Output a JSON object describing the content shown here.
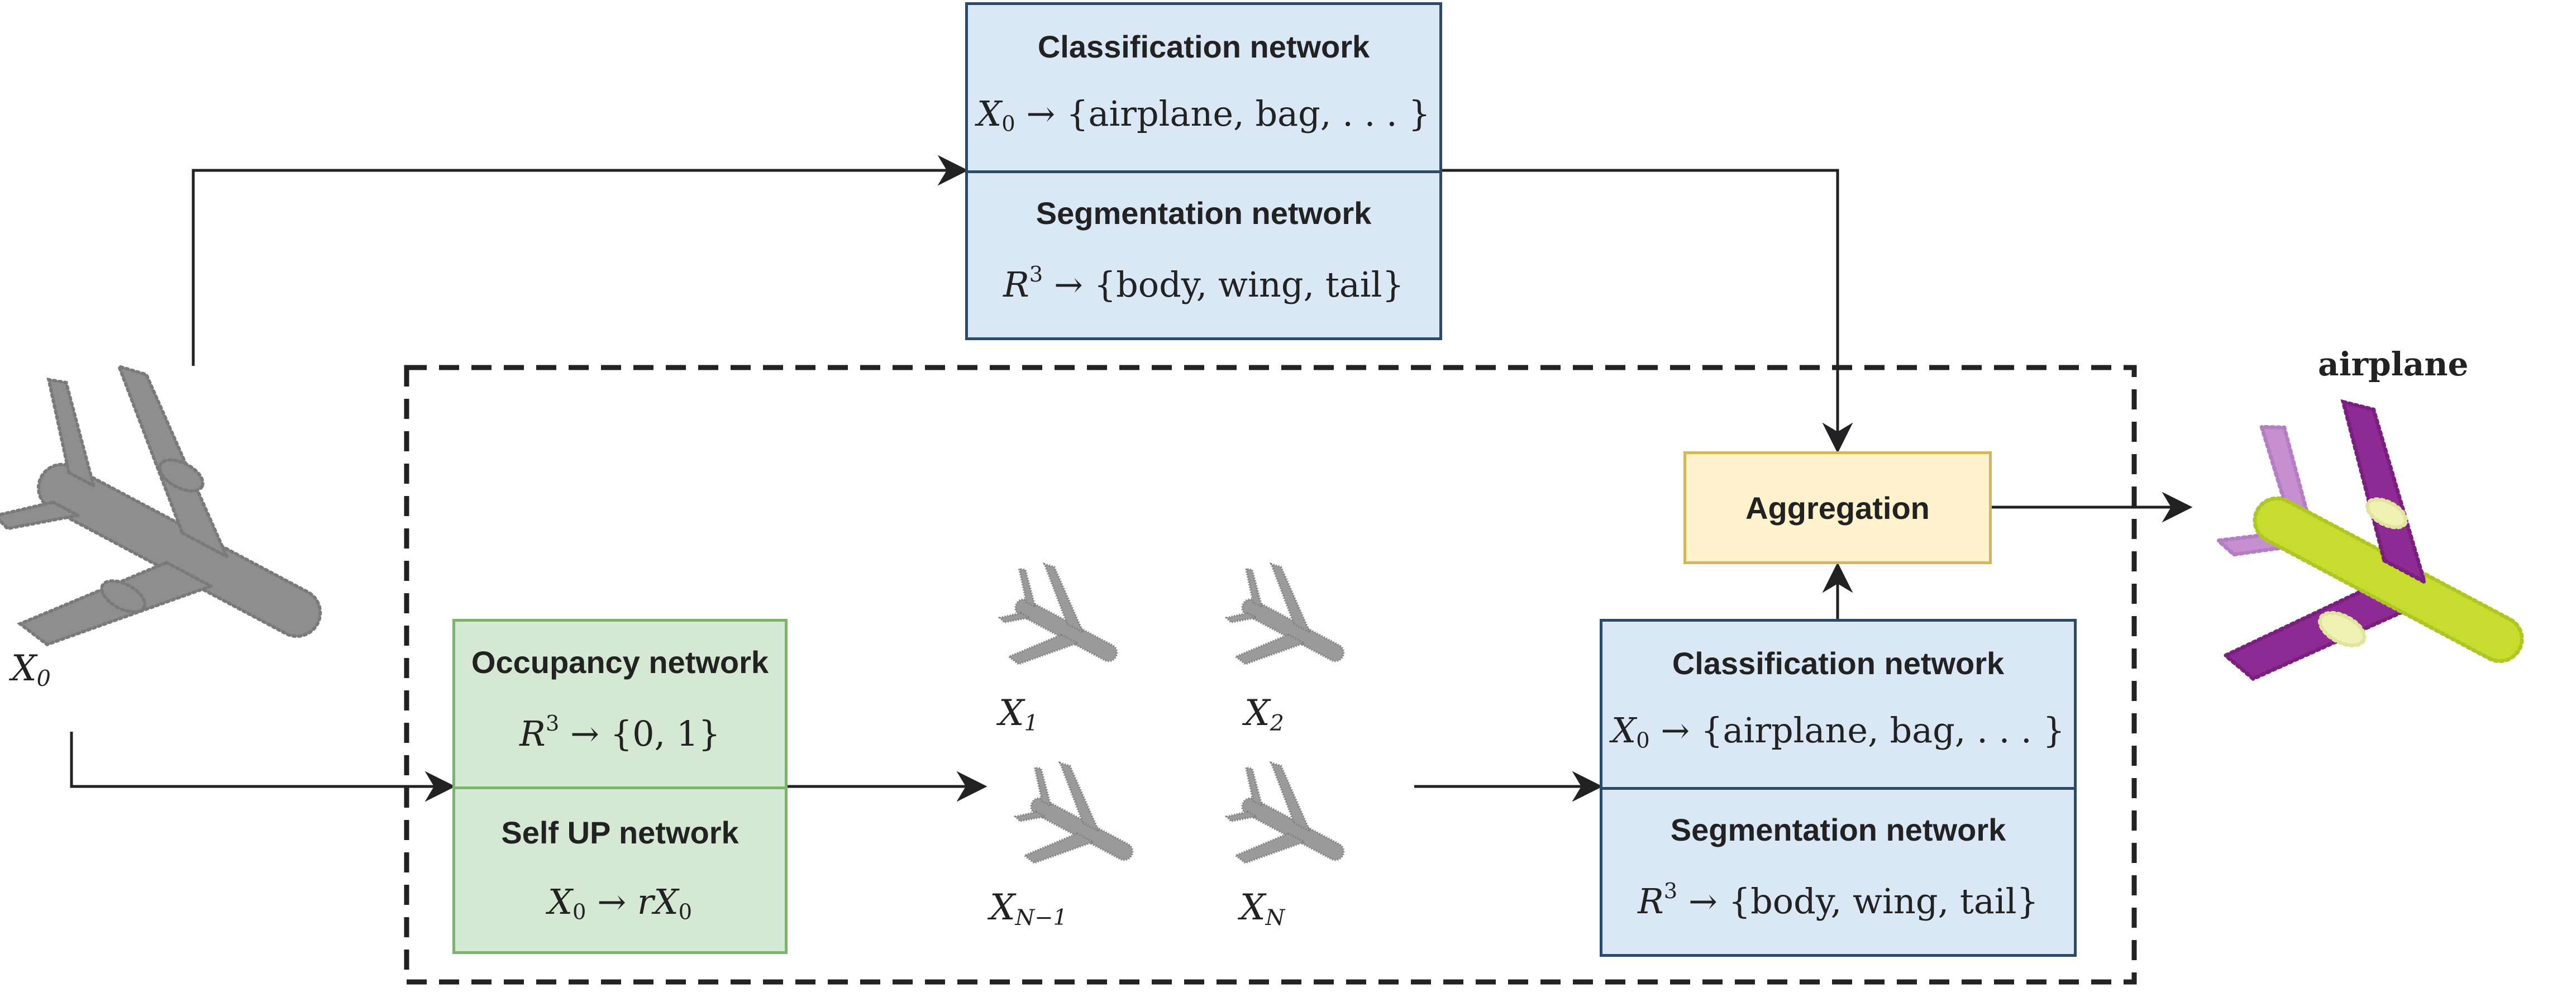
{
  "input": {
    "label_base": "X",
    "label_sub": "0"
  },
  "top_block": {
    "classification_title": "Classification network",
    "classification_formula": {
      "var": "X",
      "sub": "0",
      "arrow": "→",
      "set": "{airplane, bag, . . . }"
    },
    "segmentation_title": "Segmentation network",
    "segmentation_formula": {
      "var": "R",
      "sup": "3",
      "arrow": "→",
      "set": "{body, wing, tail}"
    }
  },
  "green_block": {
    "occupancy_title": "Occupancy network",
    "occupancy_formula": {
      "var": "R",
      "sup": "3",
      "arrow": "→",
      "set": "{0, 1}"
    },
    "selfup_title": "Self UP network",
    "selfup_formula": {
      "var": "X",
      "sub": "0",
      "arrow": "→",
      "rhs": "rX",
      "rhs_sub": "0"
    }
  },
  "samples": [
    {
      "base": "X",
      "sub": "1"
    },
    {
      "base": "X",
      "sub": "2"
    },
    {
      "base": "X",
      "sub": "N−1"
    },
    {
      "base": "X",
      "sub": "N"
    }
  ],
  "bottom_block": {
    "classification_title": "Classification network",
    "classification_formula": {
      "var": "X",
      "sub": "0",
      "arrow": "→",
      "set": "{airplane, bag, . . . }"
    },
    "segmentation_title": "Segmentation network",
    "segmentation_formula": {
      "var": "R",
      "sup": "3",
      "arrow": "→",
      "set": "{body, wing, tail}"
    }
  },
  "aggregation": {
    "title": "Aggregation"
  },
  "output": {
    "class_label": "airplane"
  },
  "colors": {
    "blue_fill": "#dae8f5",
    "blue_stroke": "#2b4a6b",
    "green_fill": "#d5e8d4",
    "green_stroke": "#7db46c",
    "yellow_fill": "#fff2cc",
    "yellow_stroke": "#d6b656",
    "plane_gray": "#8e8e8e",
    "seg_body": "#c6dc2e",
    "seg_wing": "#8e2a93",
    "seg_tail": "#c58fd0",
    "seg_engine": "#eef2b2"
  },
  "icons": [
    "input-airplane-pointcloud-icon",
    "sample-airplane-icon",
    "segmented-airplane-icon"
  ]
}
